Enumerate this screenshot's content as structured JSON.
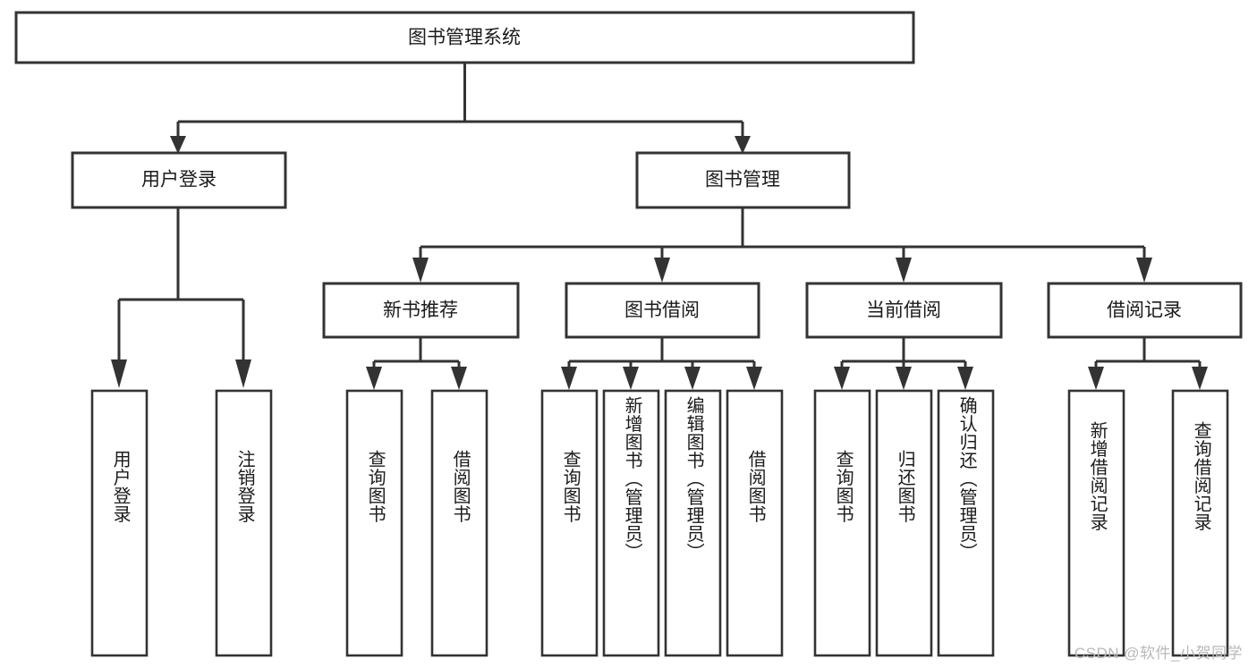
{
  "diagram": {
    "type": "tree-hierarchy-flowchart",
    "title": "图书管理系统",
    "orientation": "top-down",
    "levels": 4,
    "watermark": "CSDN @软件_小贺同学",
    "colors": {
      "background": "#ffffff",
      "box_stroke": "#333333",
      "box_fill": "#ffffff",
      "text": "#1b1b1b",
      "watermark": "#b9b9b9"
    },
    "root": {
      "id": "root",
      "label": "图书管理系统"
    },
    "level2": [
      {
        "id": "user-login",
        "label": "用户登录"
      },
      {
        "id": "book-manage",
        "label": "图书管理"
      }
    ],
    "level3": [
      {
        "id": "new-book-recommend",
        "label": "新书推荐",
        "parent": "book-manage"
      },
      {
        "id": "book-borrow",
        "label": "图书借阅",
        "parent": "book-manage"
      },
      {
        "id": "current-borrow",
        "label": "当前借阅",
        "parent": "book-manage"
      },
      {
        "id": "borrow-record",
        "label": "借阅记录",
        "parent": "book-manage"
      }
    ],
    "leaves": [
      {
        "id": "leaf-user-login",
        "label": "用户登录",
        "parent": "user-login"
      },
      {
        "id": "leaf-user-logout",
        "label": "注销登录",
        "parent": "user-login"
      },
      {
        "id": "leaf-query-book-1",
        "label": "查询图书",
        "parent": "new-book-recommend"
      },
      {
        "id": "leaf-borrow-book-1",
        "label": "借阅图书",
        "parent": "new-book-recommend"
      },
      {
        "id": "leaf-query-book-2",
        "label": "查询图书",
        "parent": "book-borrow"
      },
      {
        "id": "leaf-add-book",
        "label": "新增图书（管理员）",
        "parent": "book-borrow"
      },
      {
        "id": "leaf-edit-book",
        "label": "编辑图书（管理员）",
        "parent": "book-borrow"
      },
      {
        "id": "leaf-borrow-book-2",
        "label": "借阅图书",
        "parent": "book-borrow"
      },
      {
        "id": "leaf-query-book-3",
        "label": "查询图书",
        "parent": "current-borrow"
      },
      {
        "id": "leaf-return-book",
        "label": "归还图书",
        "parent": "current-borrow"
      },
      {
        "id": "leaf-confirm-return",
        "label": "确认归还（管理员）",
        "parent": "current-borrow"
      },
      {
        "id": "leaf-add-record",
        "label": "新增借阅记录",
        "parent": "borrow-record"
      },
      {
        "id": "leaf-query-record",
        "label": "查询借阅记录",
        "parent": "borrow-record"
      }
    ]
  }
}
